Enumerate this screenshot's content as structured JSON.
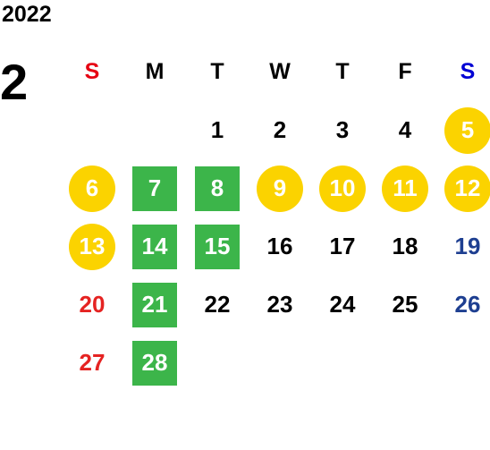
{
  "year": "2022",
  "month": "2",
  "colors": {
    "sunday_header": "#e60012",
    "saturday_header": "#0000d4",
    "sunday_date": "#e52322",
    "saturday_date": "#1e3f91",
    "holiday_circle": "#fbd300",
    "green_square": "#3cb54a"
  },
  "weekdays": [
    "S",
    "M",
    "T",
    "W",
    "T",
    "F",
    "S"
  ],
  "weeks": [
    [
      {
        "day": "",
        "style": "plain"
      },
      {
        "day": "",
        "style": "plain"
      },
      {
        "day": "1",
        "style": "plain"
      },
      {
        "day": "2",
        "style": "plain"
      },
      {
        "day": "3",
        "style": "plain"
      },
      {
        "day": "4",
        "style": "plain"
      },
      {
        "day": "5",
        "style": "holiday"
      }
    ],
    [
      {
        "day": "6",
        "style": "holiday"
      },
      {
        "day": "7",
        "style": "green"
      },
      {
        "day": "8",
        "style": "green"
      },
      {
        "day": "9",
        "style": "holiday"
      },
      {
        "day": "10",
        "style": "holiday"
      },
      {
        "day": "11",
        "style": "holiday"
      },
      {
        "day": "12",
        "style": "holiday"
      }
    ],
    [
      {
        "day": "13",
        "style": "holiday"
      },
      {
        "day": "14",
        "style": "green"
      },
      {
        "day": "15",
        "style": "green"
      },
      {
        "day": "16",
        "style": "plain"
      },
      {
        "day": "17",
        "style": "plain"
      },
      {
        "day": "18",
        "style": "plain"
      },
      {
        "day": "19",
        "style": "plain"
      }
    ],
    [
      {
        "day": "20",
        "style": "plain"
      },
      {
        "day": "21",
        "style": "green"
      },
      {
        "day": "22",
        "style": "plain"
      },
      {
        "day": "23",
        "style": "plain"
      },
      {
        "day": "24",
        "style": "plain"
      },
      {
        "day": "25",
        "style": "plain"
      },
      {
        "day": "26",
        "style": "plain"
      }
    ],
    [
      {
        "day": "27",
        "style": "plain"
      },
      {
        "day": "28",
        "style": "green"
      },
      {
        "day": "",
        "style": "plain"
      },
      {
        "day": "",
        "style": "plain"
      },
      {
        "day": "",
        "style": "plain"
      },
      {
        "day": "",
        "style": "plain"
      },
      {
        "day": "",
        "style": "plain"
      }
    ]
  ]
}
